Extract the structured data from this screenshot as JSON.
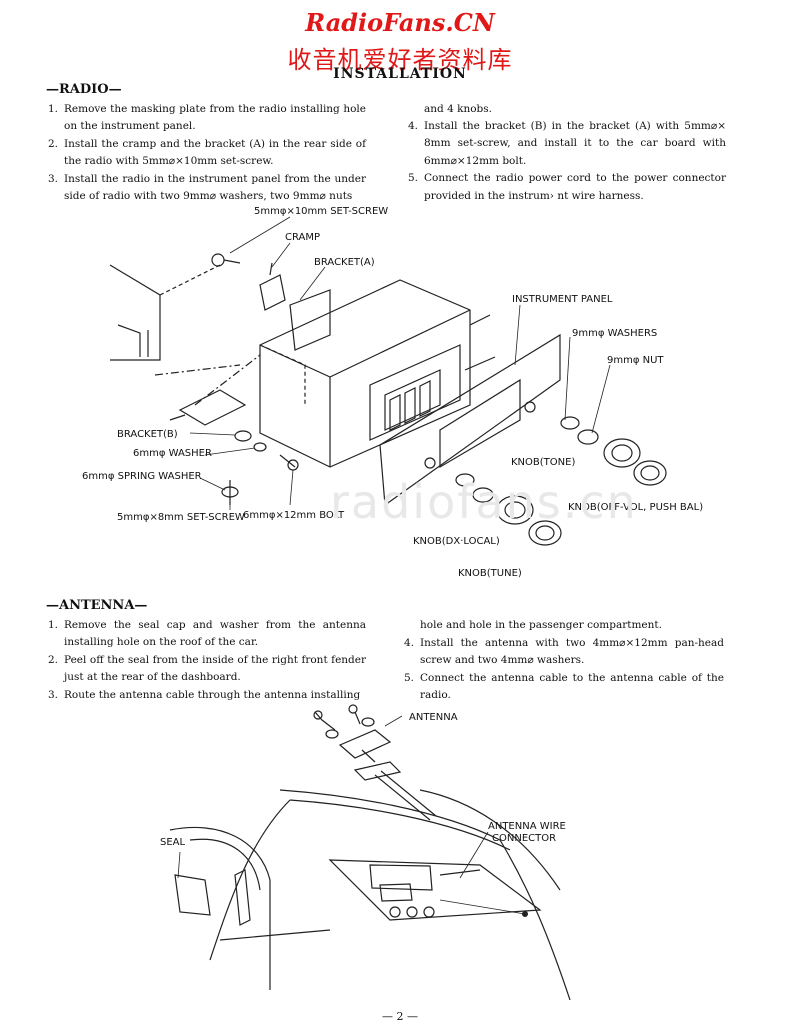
{
  "header": {
    "site_title": "RadioFans.CN",
    "site_subtitle": "收音机爱好者资料库",
    "heading": "INSTALLATION"
  },
  "radio": {
    "title": "—RADIO—",
    "steps": [
      {
        "num": "1.",
        "text": "Remove the masking plate from the radio installing hole on the instrument panel."
      },
      {
        "num": "2.",
        "text": "Install the cramp and the bracket (A) in the rear side of the radio with 5mm⌀×10mm set-screw."
      },
      {
        "num": "3.",
        "text": "Install the radio in the instrument panel from the under side of radio with two 9mm⌀ washers, two 9mm⌀ nuts"
      }
    ],
    "steps_cont": "and 4 knobs.",
    "steps_right": [
      {
        "num": "4.",
        "text": "Install the bracket (B) in the bracket (A) with 5mm⌀× 8mm set-screw, and install it to the car board with 6mm⌀×12mm bolt."
      },
      {
        "num": "5.",
        "text": "Connect the radio power cord to the power connector provided in the instrum› nt wire harness."
      }
    ],
    "labels": {
      "set_screw_10": "5mmφ×10mm SET-SCREW",
      "cramp": "CRAMP",
      "bracket_a": "BRACKET(A)",
      "instrument_panel": "INSTRUMENT PANEL",
      "washers_9": "9mmφ WASHERS",
      "nut_9": "9mmφ NUT",
      "bracket_b": "BRACKET(B)",
      "washer_6": "6mmφ WASHER",
      "spring_washer_6": "6mmφ SPRING WASHER",
      "set_screw_8": "5mmφ×8mm SET-SCREW",
      "bolt_12": "6mmφ×12mm BOLT",
      "knob_tone": "KNOB(TONE)",
      "knob_off_vol": "KNOB(OFF-VOL, PUSH BAL)",
      "knob_dx_local": "KNOB(DX·LOCAL)",
      "knob_tune": "KNOB(TUNE)"
    }
  },
  "antenna": {
    "title": "—ANTENNA—",
    "steps": [
      {
        "num": "1.",
        "text": "Remove the seal cap and washer from the antenna installing hole on the roof of the car."
      },
      {
        "num": "2.",
        "text": "Peel off the seal from the inside of the right front fender just at the rear of the dashboard."
      },
      {
        "num": "3.",
        "text": "Route the antenna cable through the antenna installing"
      }
    ],
    "steps_cont": "hole and hole in the passenger compartment.",
    "steps_right": [
      {
        "num": "4.",
        "text": "Install the antenna with two 4mm⌀×12mm pan-head screw and two 4mm⌀ washers."
      },
      {
        "num": "5.",
        "text": "Connect the antenna cable to the antenna cable of the radio."
      }
    ],
    "labels": {
      "antenna": "ANTENNA",
      "antenna_wire_connector_1": "ANTENNA WIRE",
      "antenna_wire_connector_2": "CONNECTOR",
      "seal": "SEAL"
    }
  },
  "watermark": "radiofans.cn",
  "page_number": "— 2 —"
}
